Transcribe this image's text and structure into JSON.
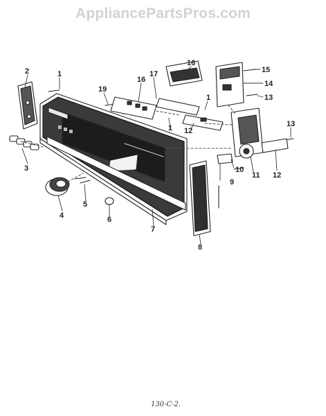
{
  "watermark": "AppliancePartsPros.com",
  "footer_code": "130-C-2.",
  "callouts": [
    "1",
    "2",
    "3",
    "4",
    "5",
    "6",
    "7",
    "8",
    "9",
    "10",
    "11",
    "12",
    "13",
    "14",
    "15",
    "16",
    "17",
    "19"
  ]
}
